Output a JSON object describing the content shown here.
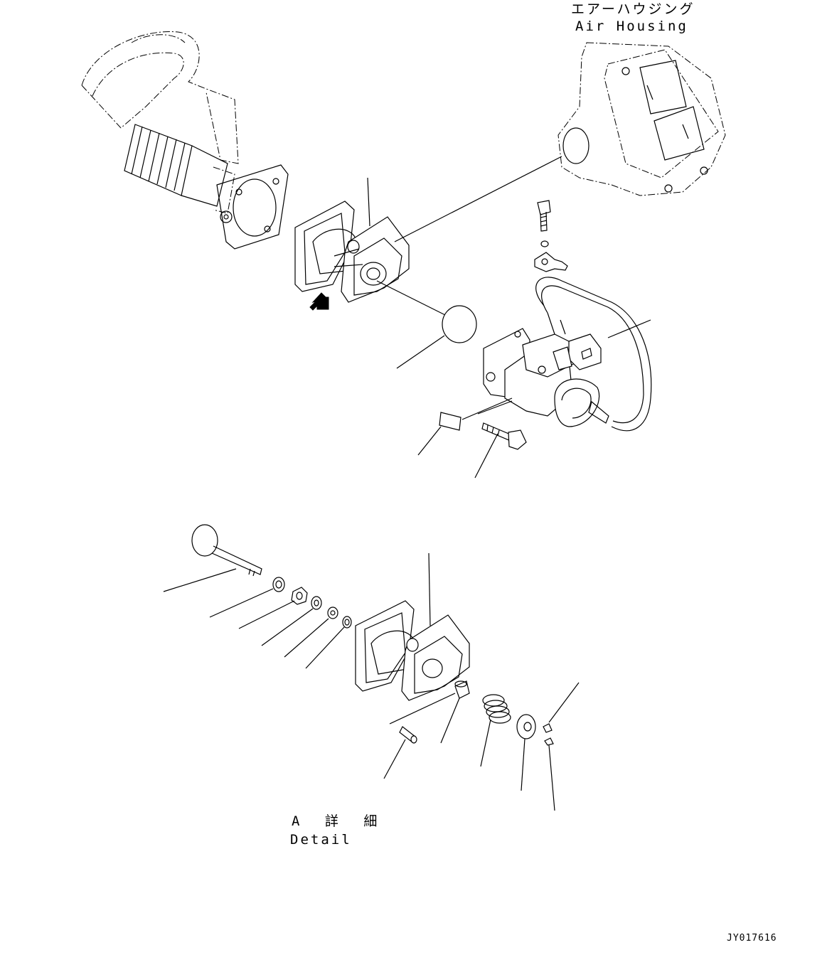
{
  "labels": {
    "air_housing_ja": "エアーハウジング",
    "air_housing_en": "Air Housing",
    "detail_ja": "A 詳 細",
    "detail_en": "Detail",
    "drawing_code": "JY017616"
  }
}
